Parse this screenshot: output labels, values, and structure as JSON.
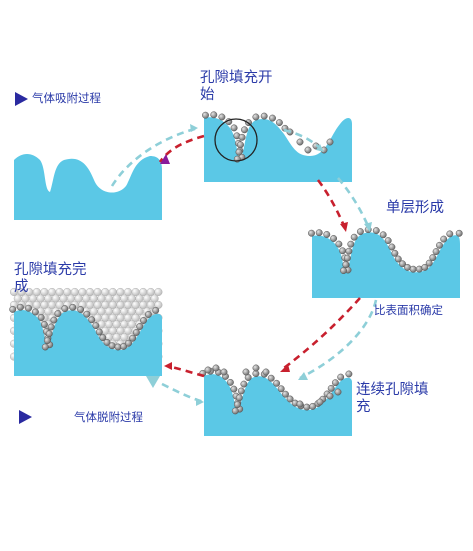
{
  "labels": {
    "adsorption": "气体吸附过程",
    "filling_start": "孔隙填充开始",
    "monolayer": "单层形成",
    "surface_area": "比表面积确定",
    "continuous_filling": "连续孔隙填充",
    "filling_complete": "孔隙填充完成",
    "desorption": "气体脱附过程"
  },
  "colors": {
    "substrate": "#5bc8e6",
    "molecule_bound": "#8a8a8a",
    "molecule_free": "#d0d0d0",
    "arrow_red": "#c8202e",
    "arrow_teal": "#8ecfd8",
    "marker_blue": "#2a2aa0",
    "marker_purple": "#8a1a9a",
    "text": "#2a3aa8"
  }
}
